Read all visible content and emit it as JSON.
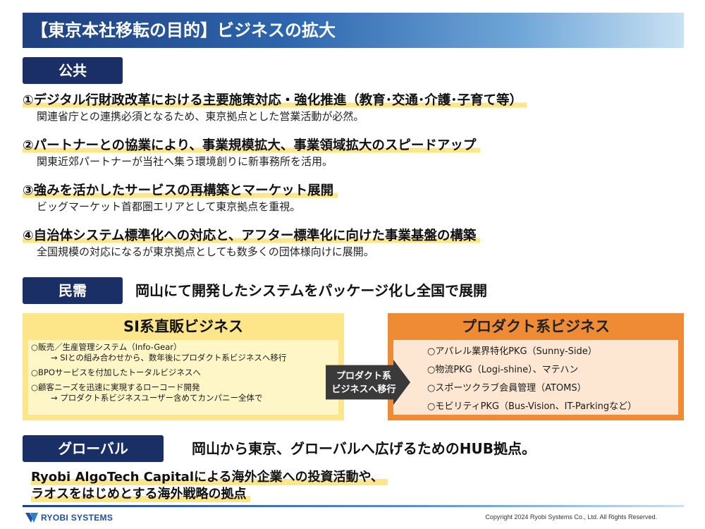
{
  "title": "【東京本社移転の目的】ビジネスの拡大",
  "public": {
    "label": "公共",
    "items": [
      {
        "head": "①デジタル行財政改革における主要施策対応・強化推進（教育･交通･介護･子育て等）",
        "sub": "関連省庁との連携必須となるため、東京拠点とした営業活動が必然。"
      },
      {
        "head": "②パートナーとの協業により、事業規模拡大、事業領域拡大のスピードアップ",
        "sub": "関東近郊パートナーが当社へ集う環境創りに新事務所を活用。"
      },
      {
        "head": "③強みを活かしたサービスの再構築とマーケット展開",
        "sub": "ビッグマーケット首都圏エリアとして東京拠点を重視。"
      },
      {
        "head": "④自治体システム標準化への対応と、アフター標準化に向けた事業基盤の構築",
        "sub": "全国規模の対応になるが東京拠点としても数多くの団体様向けに展開。"
      }
    ]
  },
  "private": {
    "label": "民需",
    "heading": "岡山にて開発したシステムをパッケージ化し全国で展開",
    "si": {
      "title": "SI系直販ビジネス",
      "lines": [
        "○販売／生産管理システム（Info-Gear）",
        "→ SIとの組み合わせから、数年後にプロダクト系ビジネスへ移行",
        "○BPOサービスを付加したトータルビジネスへ",
        "○顧客ニーズを迅速に実現するローコード開発",
        "→ プロダクト系ビジネスユーザー含めてカンパニー全体で"
      ]
    },
    "arrow": {
      "line1": "プロダクト系",
      "line2": "ビジネスへ移行"
    },
    "product": {
      "title": "プロダクト系ビジネス",
      "lines": [
        "○アパレル業界特化PKG（Sunny-Side）",
        "○物流PKG（Logi-shine）、マテハン",
        "○スポーツクラブ会員管理（ATOMS）",
        "○モビリティPKG（Bus-Vision、IT-Parkingなど）"
      ]
    }
  },
  "global": {
    "label": "グローバル",
    "heading": "岡山から東京、グローバルへ広げるためのHUB拠点。",
    "line1": "Ryobi AlgoTech Capitalによる海外企業への投資活動や、",
    "line2": "ラオスをはじめとする海外戦略の拠点"
  },
  "footer": {
    "logo_text": "RYOBI SYSTEMS",
    "copyright": "Copyright 2024 Ryobi Systems Co., Ltd. All Rights Reserved."
  },
  "colors": {
    "navy": "#1a2f66",
    "highlight": "#fde58a",
    "si_box": "#fde58a",
    "product_box": "#ef8a35"
  }
}
